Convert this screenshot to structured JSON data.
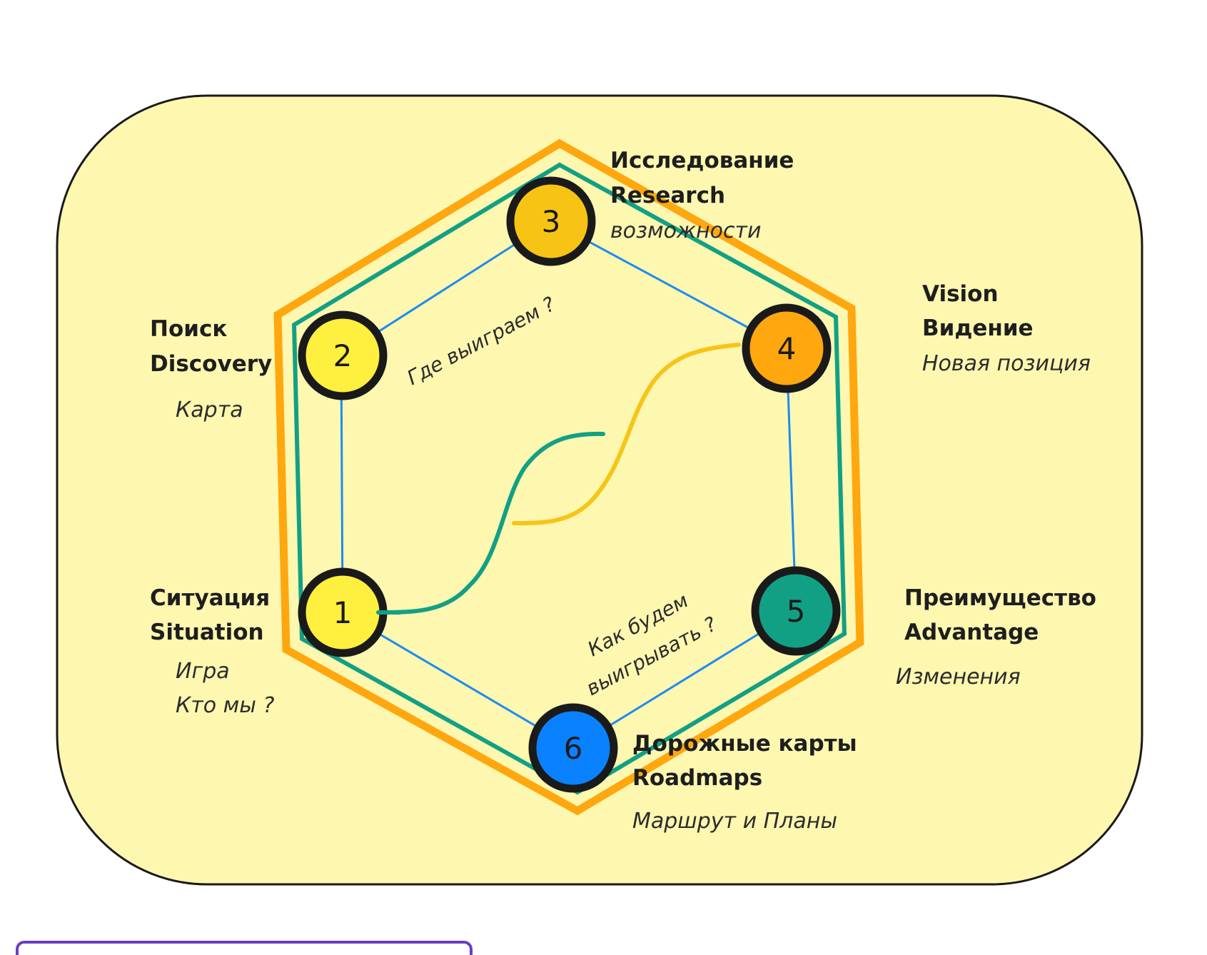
{
  "colors": {
    "background_panel": "#fef7b0",
    "panel_border": "#1a1a1a",
    "outer_hexagon": "#ffa70f",
    "inner_hexagon": "#12a085",
    "connector": "#1c8cf0",
    "curve_teal": "#12a085",
    "curve_yellow": "#f5c518",
    "node_border": "#1a1a1a",
    "bottom_tab_border": "#6b3fc2"
  },
  "nodes": [
    {
      "id": "1",
      "label": "1",
      "fill": "#fff03f",
      "title": "Ситуация",
      "title2": "Situation",
      "sub": "Игра",
      "sub2": "Кто мы ?"
    },
    {
      "id": "2",
      "label": "2",
      "fill": "#fff03f",
      "title": "Поиск",
      "title2": "Discovery",
      "sub": "Карта"
    },
    {
      "id": "3",
      "label": "3",
      "fill": "#f7c415",
      "title": "Исследование",
      "title2": "Research",
      "sub": "возможности"
    },
    {
      "id": "4",
      "label": "4",
      "fill": "#ffa70f",
      "title": "Vision",
      "title2": "Видение",
      "sub": "Новая позиция"
    },
    {
      "id": "5",
      "label": "5",
      "fill": "#12a085",
      "title": "Преимущество",
      "title2": "Advantage",
      "sub": "Изменения"
    },
    {
      "id": "6",
      "label": "6",
      "fill": "#0a82ff",
      "title": "Дорожные карты",
      "title2": "Roadmaps",
      "sub": "Маршрут и Планы"
    }
  ],
  "questions": {
    "where_win": "Где выиграем ?",
    "how_win_line1": "Как  будем",
    "how_win_line2": "выигрывать ?"
  }
}
